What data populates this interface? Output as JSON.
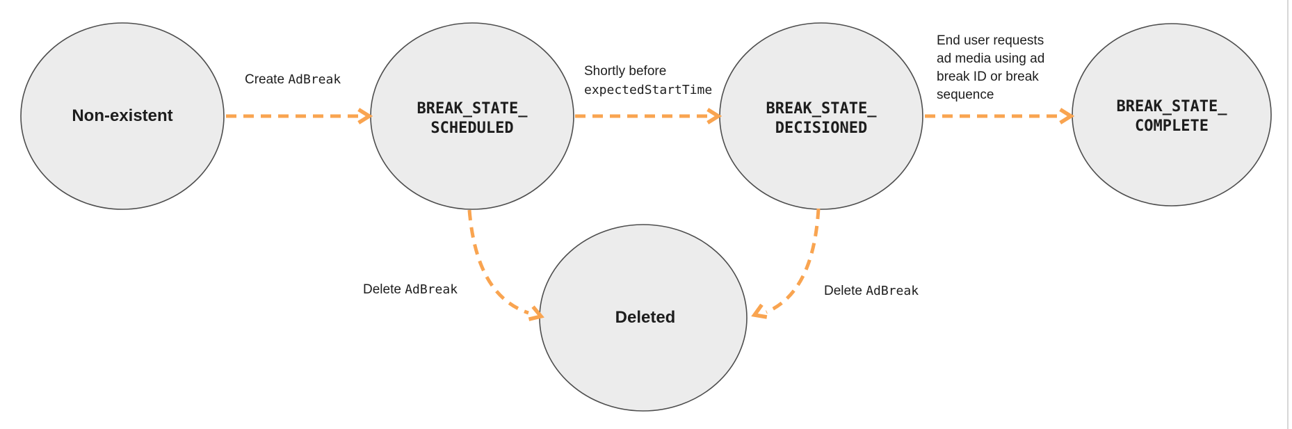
{
  "diagram": {
    "type": "state-diagram",
    "states": [
      {
        "id": "non-existent",
        "lines": [
          "Non-existent"
        ],
        "style": "plain"
      },
      {
        "id": "break-state-scheduled",
        "lines": [
          "BREAK_STATE_",
          "SCHEDULED"
        ],
        "style": "code"
      },
      {
        "id": "break-state-decisioned",
        "lines": [
          "BREAK_STATE_",
          "DECISIONED"
        ],
        "style": "code"
      },
      {
        "id": "break-state-complete",
        "lines": [
          "BREAK_STATE_",
          "COMPLETE"
        ],
        "style": "code"
      },
      {
        "id": "deleted",
        "lines": [
          "Deleted"
        ],
        "style": "plain"
      }
    ],
    "transitions": [
      {
        "id": "create-adbreak",
        "from": "non-existent",
        "to": "break-state-scheduled",
        "segments": [
          {
            "text": "Create ",
            "code": false
          },
          {
            "text": "AdBreak",
            "code": true
          }
        ]
      },
      {
        "id": "before-expected-start-time",
        "from": "break-state-scheduled",
        "to": "break-state-decisioned",
        "lines": [
          {
            "text": "Shortly before",
            "code": false
          },
          {
            "text": "expectedStartTime",
            "code": true
          }
        ]
      },
      {
        "id": "end-user-requests",
        "from": "break-state-decisioned",
        "to": "break-state-complete",
        "lines": [
          {
            "text": "End user requests",
            "code": false
          },
          {
            "text": "ad media using ad",
            "code": false
          },
          {
            "text": "break ID or break",
            "code": false
          },
          {
            "text": "sequence",
            "code": false
          }
        ]
      },
      {
        "id": "delete-adbreak-from-scheduled",
        "from": "break-state-scheduled",
        "to": "deleted",
        "segments": [
          {
            "text": "Delete ",
            "code": false
          },
          {
            "text": "AdBreak",
            "code": true
          }
        ]
      },
      {
        "id": "delete-adbreak-from-decisioned",
        "from": "break-state-decisioned",
        "to": "deleted",
        "segments": [
          {
            "text": "Delete ",
            "code": false
          },
          {
            "text": "AdBreak",
            "code": true
          }
        ]
      }
    ]
  },
  "colors": {
    "background": "#FFFFFF",
    "arrow_orange": "#F9A450",
    "node_fill": "#ECECEC",
    "node_border": "#4D4D4D",
    "text": "#1D1D1D",
    "frame_border": "#D6D6D6"
  }
}
